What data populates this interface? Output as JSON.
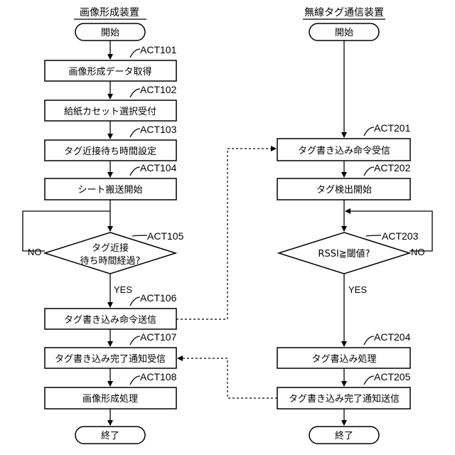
{
  "left_flow": {
    "title": "画像形成装置",
    "start": "開始",
    "end": "終了",
    "steps": [
      {
        "id": "ACT101",
        "text": "画像形成データ取得"
      },
      {
        "id": "ACT102",
        "text": "給紙カセット選択受付"
      },
      {
        "id": "ACT103",
        "text": "タグ近接待ち時間設定"
      },
      {
        "id": "ACT104",
        "text": "シート搬送開始"
      },
      {
        "id": "ACT106",
        "text": "タグ書き込み命令送信"
      },
      {
        "id": "ACT107",
        "text": "タグ書き込み完了通知受信"
      },
      {
        "id": "ACT108",
        "text": "画像形成処理"
      }
    ],
    "decision": {
      "id": "ACT105",
      "line1": "タグ近接",
      "line2": "待ち時間経過?",
      "no": "NO",
      "yes": "YES"
    }
  },
  "right_flow": {
    "title": "無線タグ通信装置",
    "start": "開始",
    "end": "終了",
    "steps": [
      {
        "id": "ACT201",
        "text": "タグ書き込み命令受信"
      },
      {
        "id": "ACT202",
        "text": "タグ検出開始"
      },
      {
        "id": "ACT204",
        "text": "タグ書込み処理"
      },
      {
        "id": "ACT205",
        "text": "タグ書き込み完了通知送信"
      }
    ],
    "decision": {
      "id": "ACT203",
      "text": "RSSI≧閾値?",
      "no": "NO",
      "yes": "YES"
    }
  }
}
